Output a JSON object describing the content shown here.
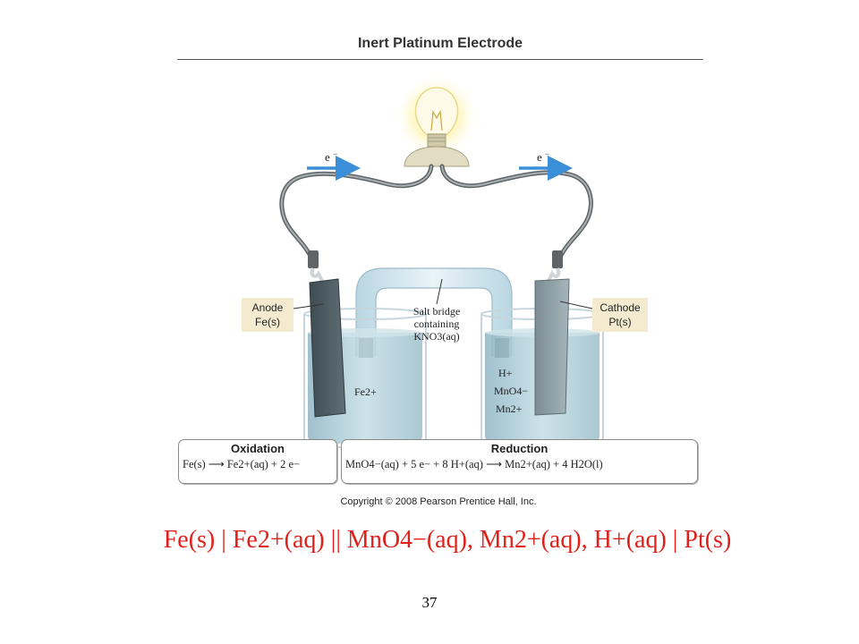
{
  "title": "Inert Platinum Electrode",
  "labels": {
    "electron_left": "e",
    "electron_right": "e",
    "electron_charge": "−",
    "anode_line1": "Anode",
    "anode_line2": "Fe(s)",
    "cathode_line1": "Cathode",
    "cathode_line2": "Pt(s)",
    "salt_bridge_line1": "Salt bridge",
    "salt_bridge_line2": "containing",
    "salt_bridge_line3": "KNO3(aq)",
    "left_ion": "Fe2+",
    "right_ion_1": "H+",
    "right_ion_2": "MnO4−",
    "right_ion_3": "Mn2+"
  },
  "oxidation": {
    "heading": "Oxidation",
    "equation": "Fe(s) ⟶ Fe2+(aq) + 2 e−"
  },
  "reduction": {
    "heading": "Reduction",
    "equation": "MnO4−(aq) + 5 e− + 8 H+(aq) ⟶ Mn2+(aq) + 4 H2O(l)"
  },
  "copyright": "Copyright © 2008 Pearson Prentice Hall, Inc.",
  "cell_notation": "Fe(s) | Fe2+(aq) || MnO4−(aq), Mn2+(aq), H+(aq) | Pt(s)",
  "page_number": "37",
  "colors": {
    "notation": "#e0211b",
    "arrow": "#3a8fd8",
    "solution": "#a9cdd8",
    "label_box": "#f4ead0"
  }
}
